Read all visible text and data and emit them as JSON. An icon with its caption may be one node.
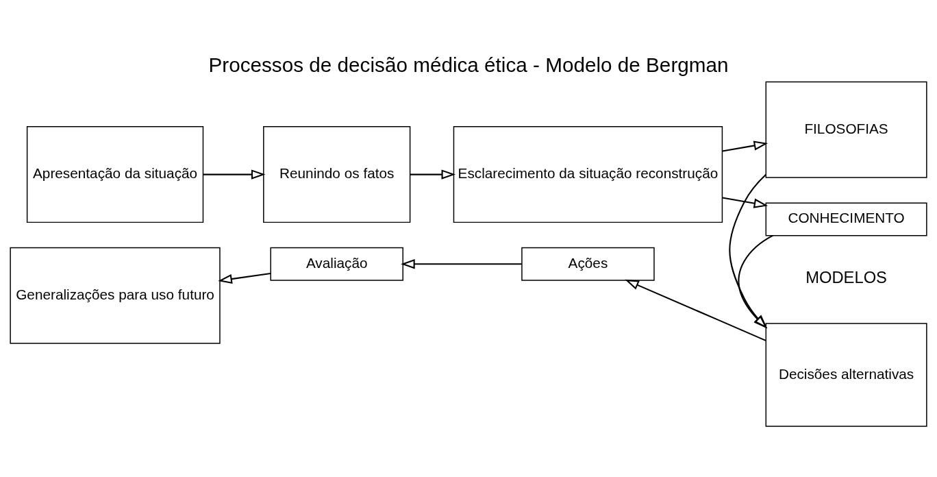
{
  "diagram": {
    "title": "Processos de decisão médica ética - Modelo de Bergman",
    "nodes": [
      {
        "text": [
          "Apresentação da situação"
        ]
      },
      {
        "text": [
          "Reunindo os fatos"
        ]
      },
      {
        "text": [
          "Esclarecimento da situação reconstrução"
        ]
      },
      {
        "text": [
          "FILOSOFIAS"
        ]
      },
      {
        "text": [
          "CONHECIMENTO"
        ]
      },
      {
        "text": [
          "Decisões alternativas"
        ]
      },
      {
        "text": [
          "Ações"
        ]
      },
      {
        "text": [
          "Avaliação"
        ]
      },
      {
        "text": [
          "Generalizações para uso futuro"
        ]
      }
    ],
    "edges": [
      {
        "from": 0,
        "to": 1,
        "arrow": "to"
      },
      {
        "from": 1,
        "to": 2,
        "arrow": "to"
      },
      {
        "from": 2,
        "to": 3,
        "arrow": "to"
      },
      {
        "from": 2,
        "to": 4,
        "arrow": "to"
      },
      {
        "from": 3,
        "to": 5,
        "arrow": "to"
      },
      {
        "from": 4,
        "to": 5,
        "arrow": "to"
      },
      {
        "from": 5,
        "to": 6,
        "arrow": "to"
      },
      {
        "from": 6,
        "to": 7,
        "arrow": "to"
      },
      {
        "from": 7,
        "to": 8,
        "arrow": "to"
      }
    ],
    "labels": [
      "MODELOS"
    ]
  }
}
